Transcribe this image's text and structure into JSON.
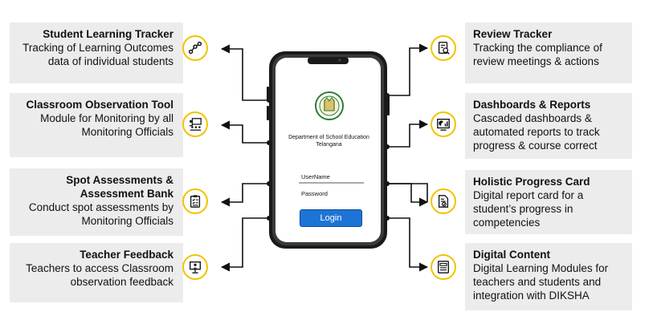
{
  "left_cards": [
    {
      "title": "Student Learning Tracker",
      "desc": "Tracking of Learning Outcomes data of individual students",
      "icon": "share-nodes-icon"
    },
    {
      "title": "Classroom Observation Tool",
      "desc": "Module for Monitoring by all Monitoring Officials",
      "icon": "classroom-teacher-icon"
    },
    {
      "title": "Spot Assessments & Assessment Bank",
      "desc": "Conduct spot assessments by Monitoring Officials",
      "icon": "clipboard-checklist-icon"
    },
    {
      "title": "Teacher Feedback",
      "desc": "Teachers to access Classroom observation feedback",
      "icon": "presentation-board-icon"
    }
  ],
  "right_cards": [
    {
      "title": "Review Tracker",
      "desc": "Tracking the compliance of review meetings & actions",
      "icon": "review-document-icon"
    },
    {
      "title": "Dashboards & Reports",
      "desc": "Cascaded dashboards & automated reports to track progress & course correct",
      "icon": "dashboard-chart-icon"
    },
    {
      "title": "Holistic Progress Card",
      "desc": "Digital report card for a student’s progress in competencies",
      "icon": "report-card-icon"
    },
    {
      "title": "Digital Content",
      "desc": "Digital Learning Modules for teachers and students and integration with DIKSHA",
      "icon": "digital-module-icon"
    }
  ],
  "phone": {
    "department": "Department of School Education",
    "state": "Telangana",
    "username_label": "UserName",
    "password_label": "Password",
    "login_label": "Login"
  },
  "colors": {
    "accent": "#f2c300",
    "card": "#ececec",
    "button": "#1e74d6"
  }
}
